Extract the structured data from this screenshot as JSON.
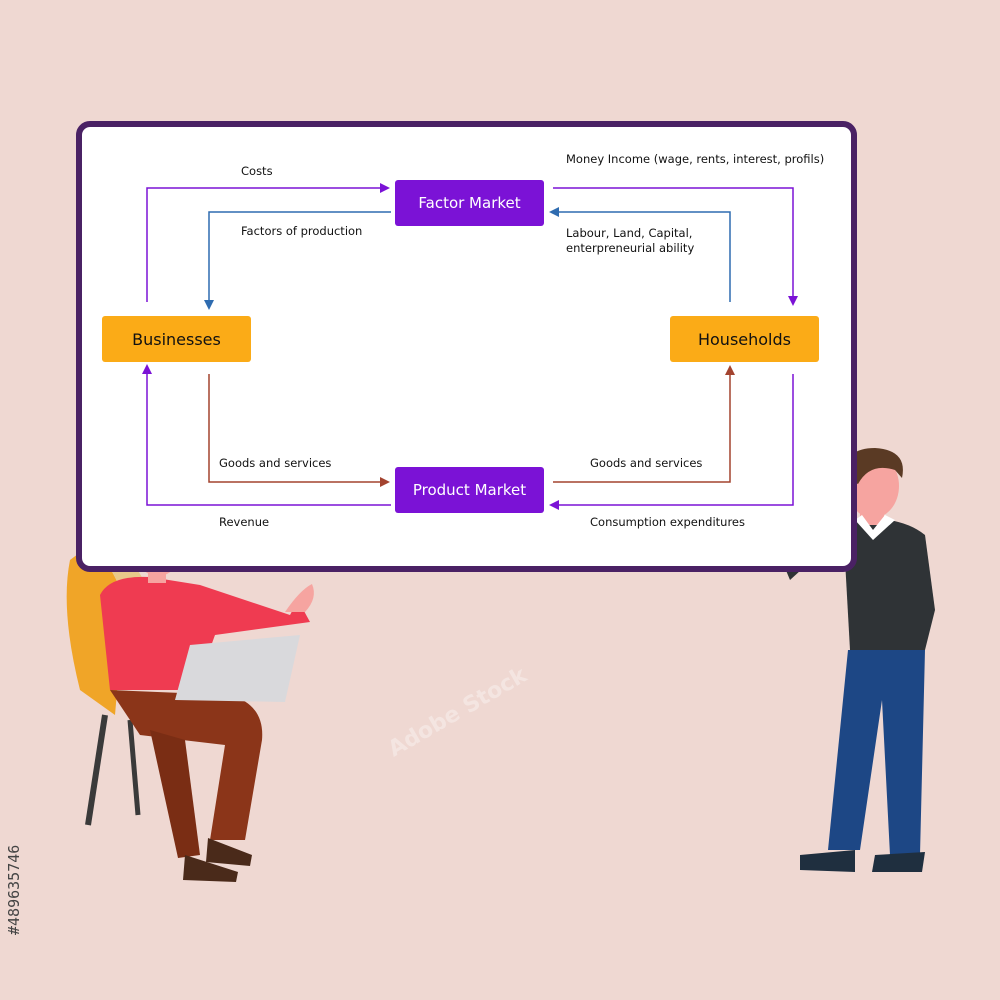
{
  "diagram": {
    "nodes": {
      "factor_market": "Factor Market",
      "product_market": "Product Market",
      "businesses": "Businesses",
      "households": "Households"
    },
    "flows": {
      "costs": "Costs",
      "factors_of_production": "Factors of production",
      "money_income": "Money Income (wage, rents, interest, profils)",
      "labour_line1": "Labour, Land, Capital,",
      "labour_line2": "enterpreneurial ability",
      "goods_left": "Goods and services",
      "goods_right": "Goods and services",
      "revenue": "Revenue",
      "consumption": "Consumption expenditures"
    },
    "colors": {
      "purple_flow": "#7b12d6",
      "blue_flow": "#2f6cb0",
      "brown_flow": "#a3432f",
      "orange_node": "#fbab17",
      "board_frame": "#4a2164"
    }
  },
  "watermark": {
    "brand": "Adobe Stock",
    "stock_id": "#489635746"
  }
}
